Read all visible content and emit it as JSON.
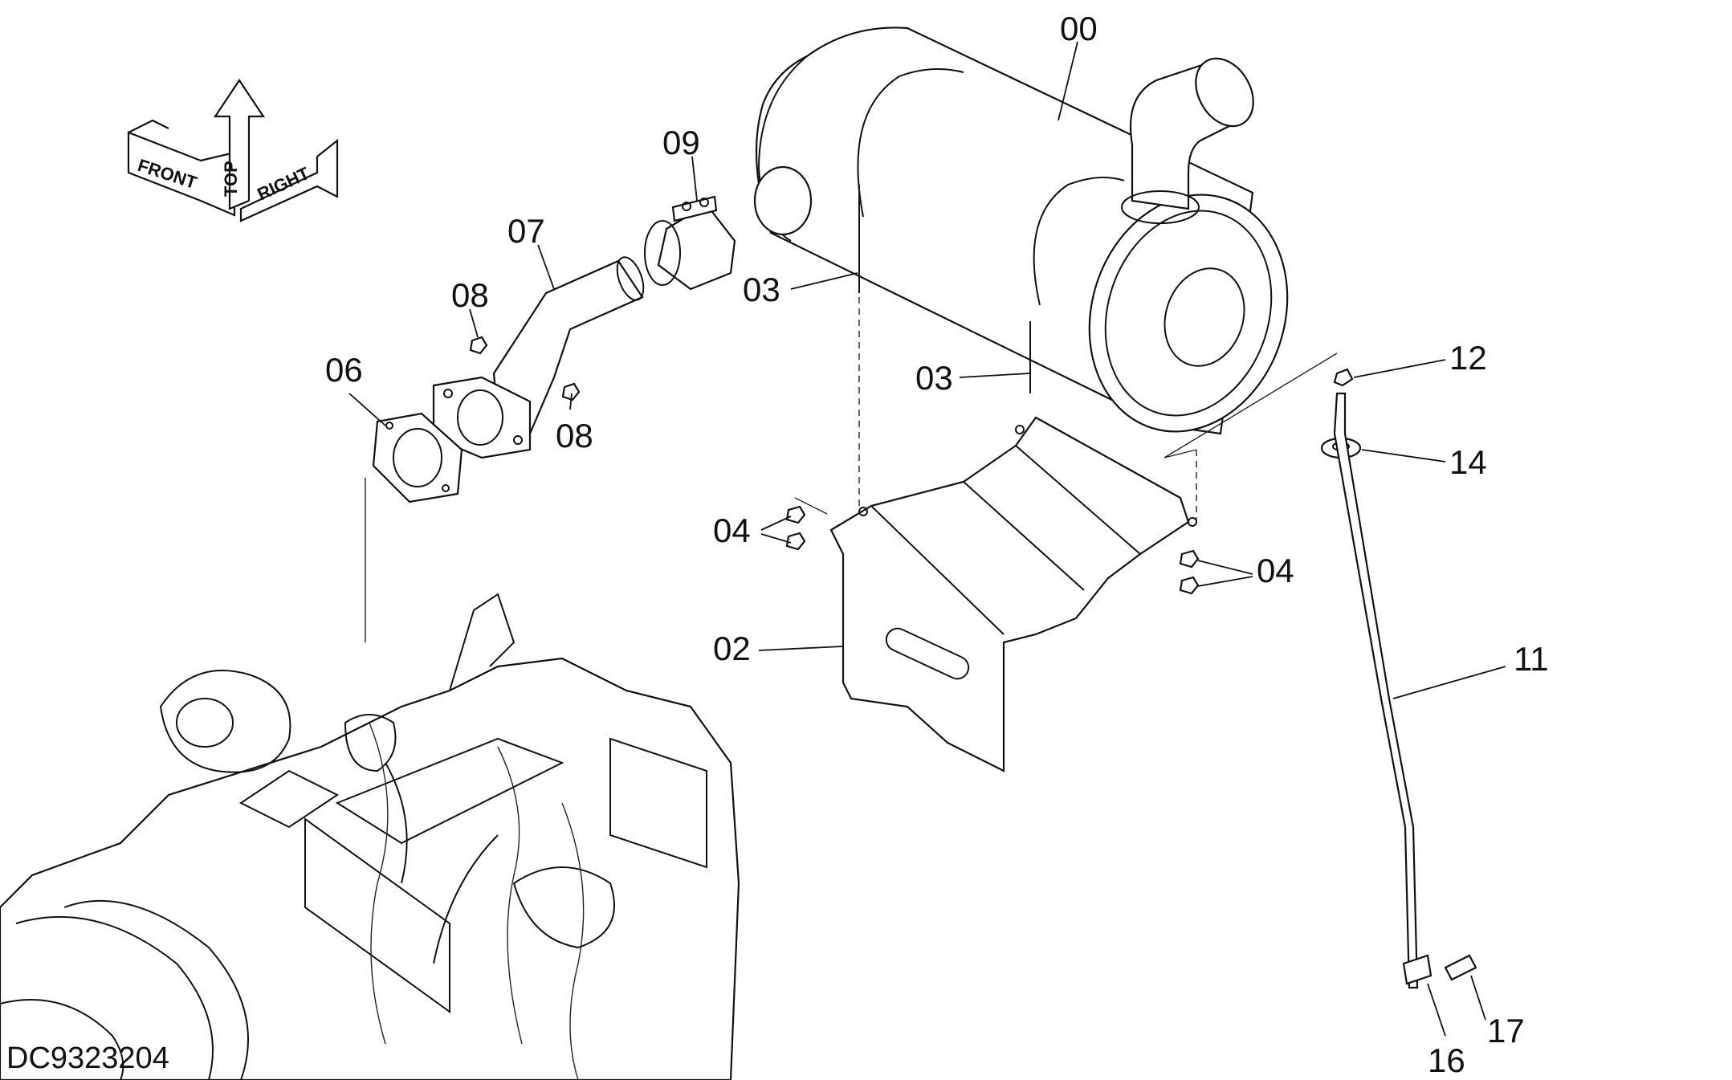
{
  "document_id": "DC9323204",
  "orientation_arrows": {
    "front": "FRONT",
    "top": "TOP",
    "right": "RIGHT"
  },
  "callouts": [
    {
      "id": "muffler",
      "label": "00"
    },
    {
      "id": "clamp",
      "label": "09"
    },
    {
      "id": "exhaust-pipe",
      "label": "07"
    },
    {
      "id": "nut-upper",
      "label": "08"
    },
    {
      "id": "nut-lower",
      "label": "08"
    },
    {
      "id": "gasket",
      "label": "06"
    },
    {
      "id": "u-bolt-left",
      "label": "03"
    },
    {
      "id": "u-bolt-right",
      "label": "03"
    },
    {
      "id": "nuts-left",
      "label": "04"
    },
    {
      "id": "nuts-right",
      "label": "04"
    },
    {
      "id": "bracket",
      "label": "02"
    },
    {
      "id": "screw-top",
      "label": "12"
    },
    {
      "id": "grommet",
      "label": "14"
    },
    {
      "id": "pipe",
      "label": "11"
    },
    {
      "id": "screw-bottom",
      "label": "17"
    },
    {
      "id": "clip",
      "label": "16"
    }
  ],
  "colors": {
    "line": "#111111",
    "background": "#ffffff"
  }
}
